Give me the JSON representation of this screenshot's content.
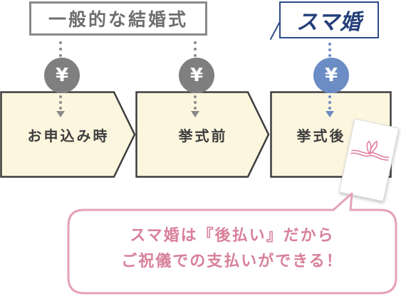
{
  "header": {
    "left_label": "一般的な結婚式",
    "brand_logo_text": "スマ婚"
  },
  "currency_symbol": "¥",
  "stages": [
    {
      "label": "お申込み時"
    },
    {
      "label": "挙式前"
    },
    {
      "label": "挙式後"
    }
  ],
  "callout": {
    "line1": "スマ婚は『後払い』だから",
    "line2": "ご祝儀での支払いができる！"
  },
  "colors": {
    "gray": "#8a8a8a",
    "blue": "#6b8cc4",
    "stage_fill": "#fdf6df",
    "callout_pink": "#d8809a",
    "brand_navy": "#233f7a"
  }
}
